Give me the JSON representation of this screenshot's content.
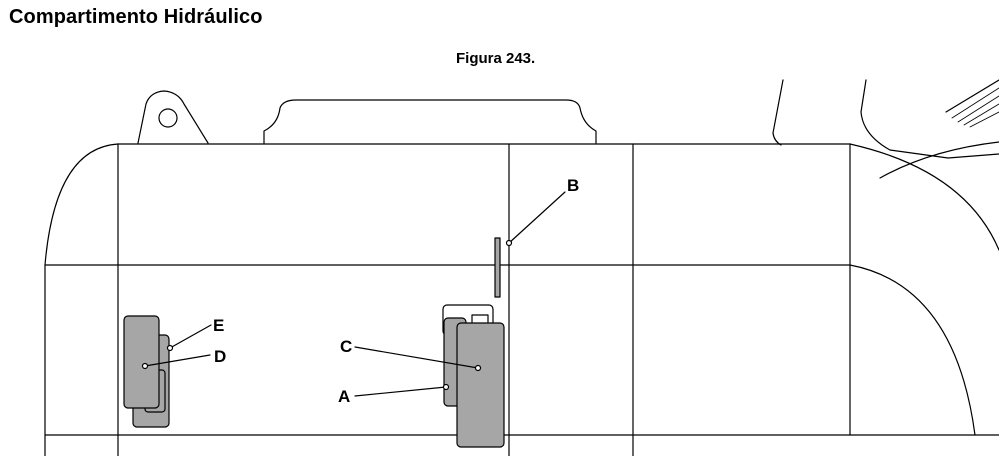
{
  "header": {
    "title": "Compartimento Hidráulico",
    "figure_caption": "Figura 243."
  },
  "callouts": {
    "a": "A",
    "b": "B",
    "c": "C",
    "d": "D",
    "e": "E"
  },
  "colors": {
    "line": "#000000",
    "component_fill": "#a6a6a6",
    "background": "#ffffff"
  }
}
